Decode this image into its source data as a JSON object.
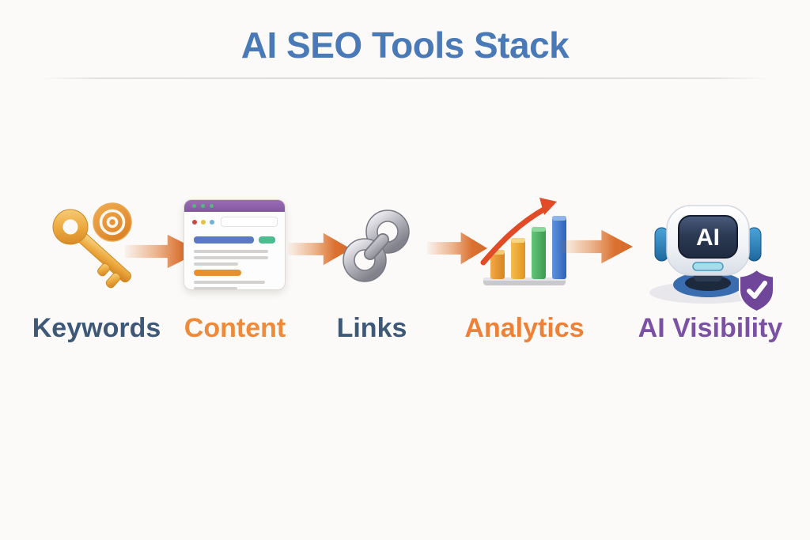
{
  "title": "AI SEO Tools Stack",
  "title_color": "#4a79b8",
  "flow_direction": "left-to-right",
  "connector": {
    "icon": "arrow-right-icon",
    "color": "#db7130",
    "count": 4
  },
  "steps": [
    {
      "label": "Keywords",
      "label_color": "#3e5878",
      "icon": "key-target-icon"
    },
    {
      "label": "Content",
      "label_color": "#ee8a3a",
      "icon": "browser-window-icon"
    },
    {
      "label": "Links",
      "label_color": "#3e5878",
      "icon": "chain-links-icon"
    },
    {
      "label": "Analytics",
      "label_color": "#ee8138",
      "icon": "growth-bar-chart-icon"
    },
    {
      "label": "AI Visibility",
      "label_color": "#7b51a4",
      "icon": "ai-robot-icon",
      "robot_screen_text": "AI",
      "badge_icon": "shield-check-icon"
    }
  ]
}
